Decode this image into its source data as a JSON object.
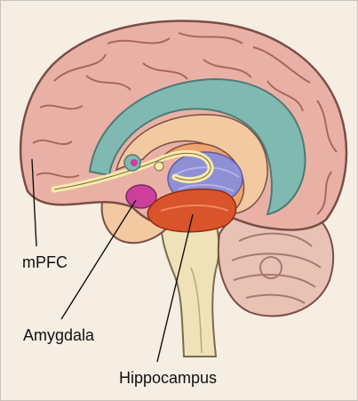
{
  "labels": {
    "mpfc": "mPFC",
    "amygdala": "Amygdala",
    "hippocampus": "Hippocampus"
  },
  "colors": {
    "background": "#f6ede3",
    "cortex": "#e9b1a6",
    "cortex_outline": "#7a4e46",
    "ventricle": "#7fb9b1",
    "limbic": "#f2c9a0",
    "thalamus_blue": "#8f8fd6",
    "amygdala": "#cc3f9a",
    "hippocampus": "#d9532b",
    "brainstem": "#efe2b8",
    "cerebellum": "#e7c2b5"
  },
  "icons": [
    "brain-illustration",
    "pointer-line"
  ]
}
